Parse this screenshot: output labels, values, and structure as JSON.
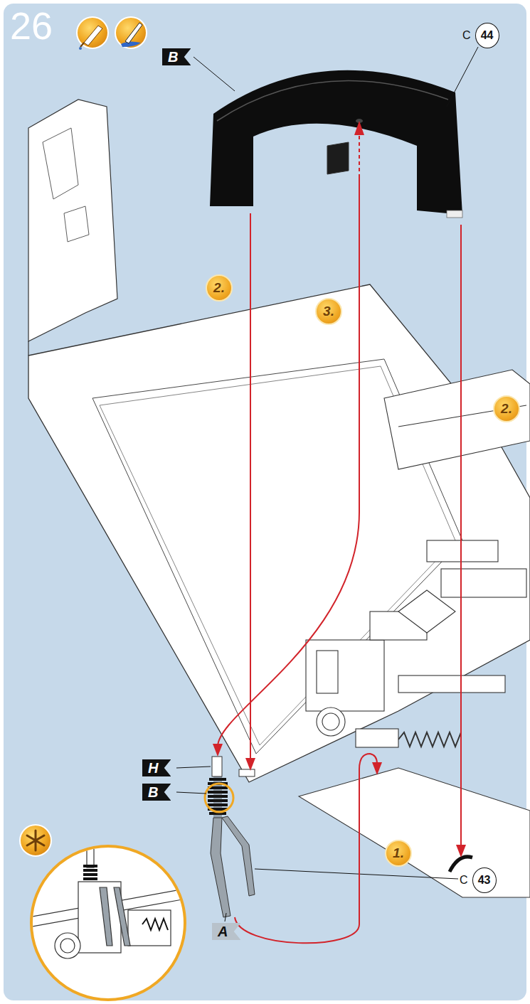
{
  "diagram": {
    "title": "26",
    "nodes": [
      {
        "text": [
          "B"
        ]
      },
      {
        "text": [
          "C",
          "44"
        ]
      },
      {
        "text": [
          "2."
        ]
      },
      {
        "text": [
          "3."
        ]
      },
      {
        "text": [
          "2."
        ]
      },
      {
        "text": [
          "H"
        ]
      },
      {
        "text": [
          "B"
        ]
      },
      {
        "text": [
          "1."
        ]
      },
      {
        "text": [
          "C",
          "43"
        ]
      },
      {
        "text": [
          "A"
        ]
      }
    ]
  }
}
